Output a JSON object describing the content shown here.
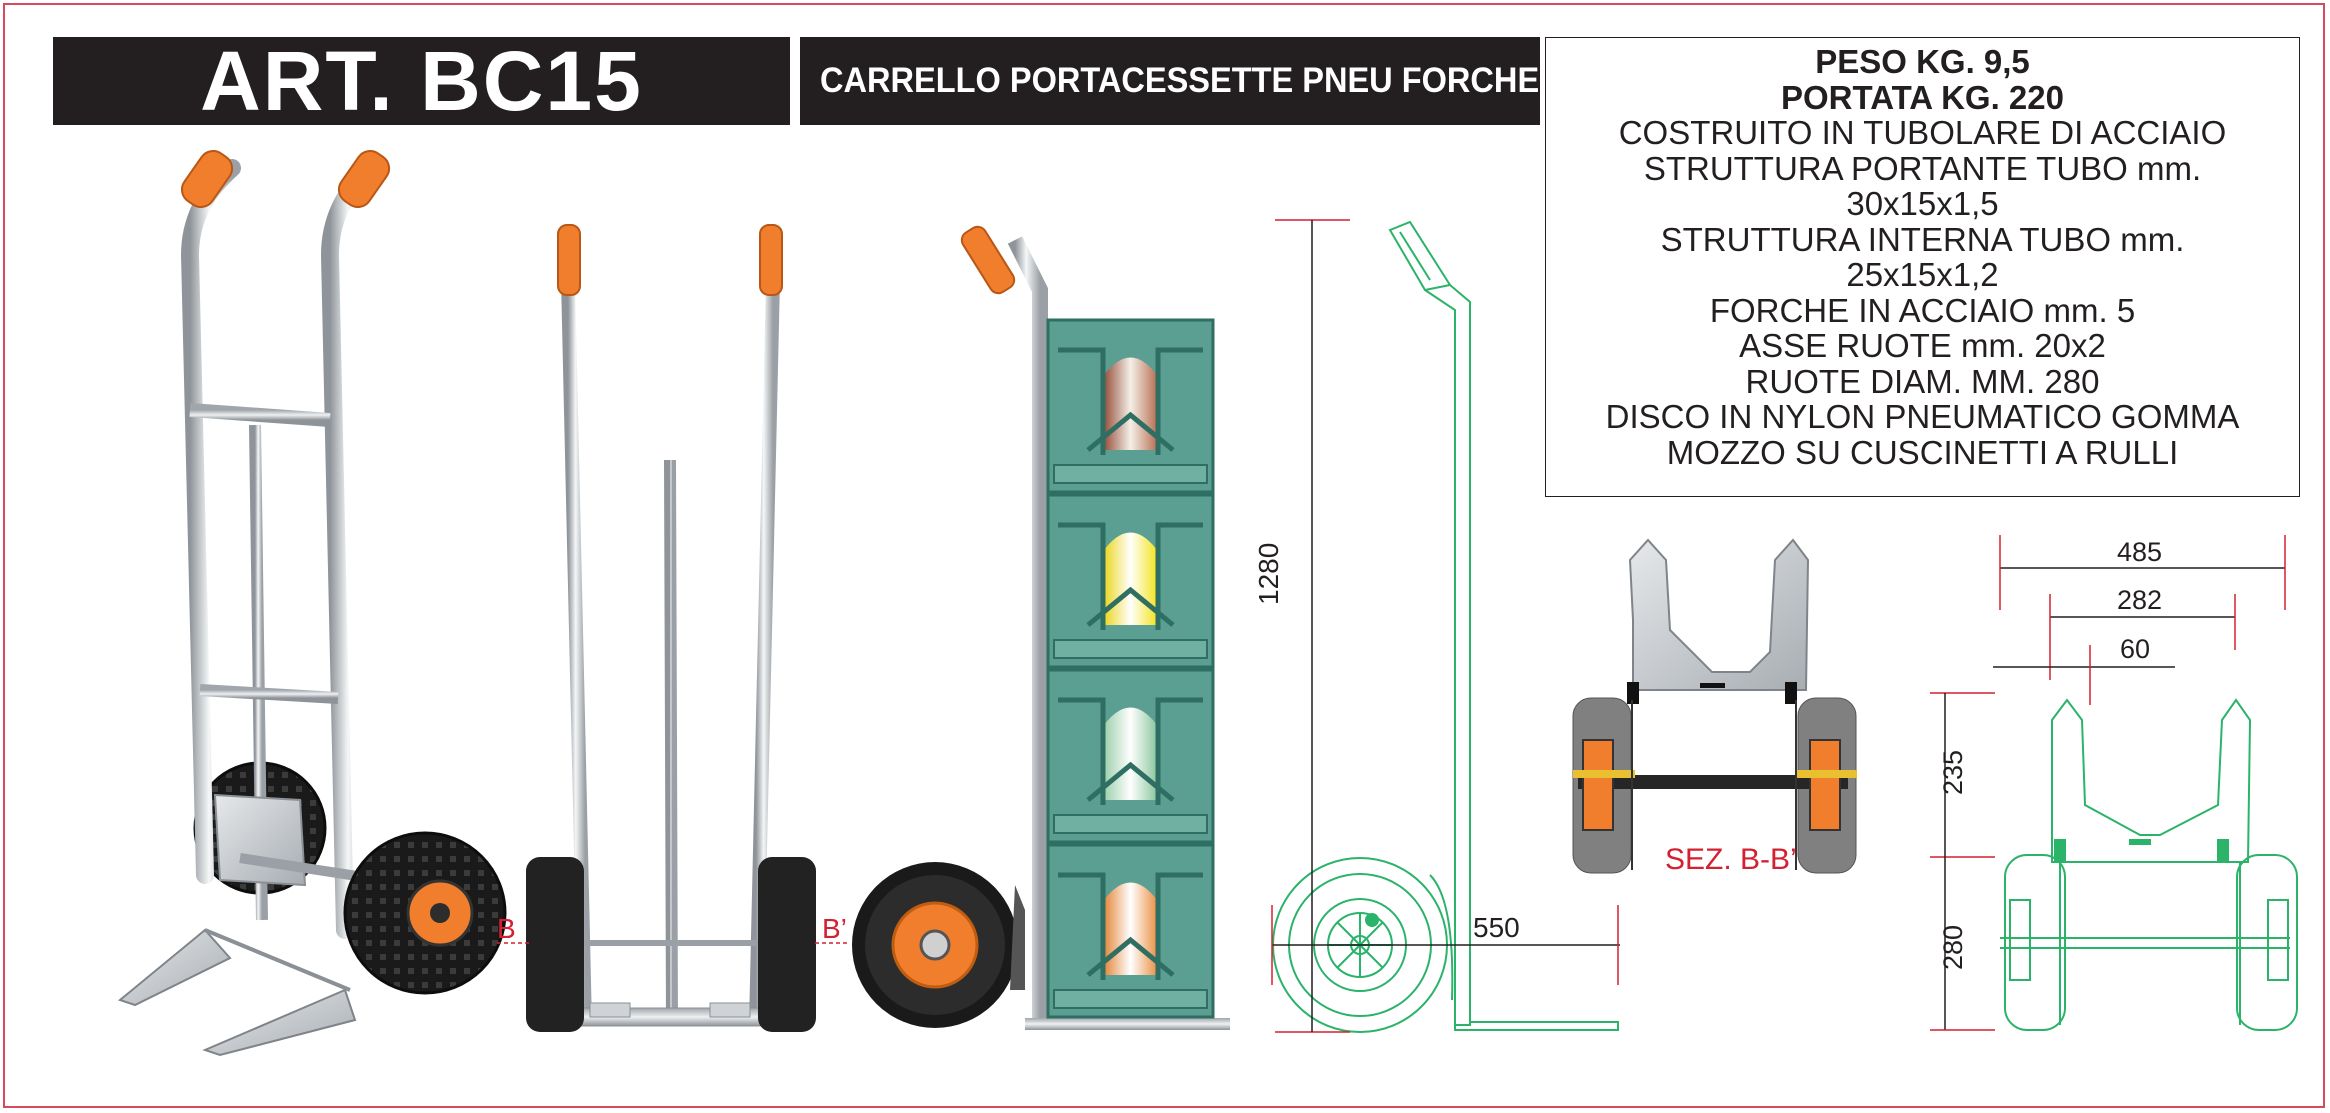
{
  "header": {
    "article_code": "ART. BC15",
    "product_name": "CARRELLO PORTACESSETTE  PNEU FORCHE"
  },
  "specs": {
    "weight": "PESO KG. 9,5",
    "capacity": "PORTATA KG. 220",
    "lines": [
      "COSTRUITO IN TUBOLARE DI ACCIAIO",
      "STRUTTURA PORTANTE TUBO mm.",
      "30x15x1,5",
      "STRUTTURA INTERNA TUBO mm.",
      "25x15x1,2",
      "FORCHE IN ACCIAIO mm. 5",
      "ASSE RUOTE mm. 20x2",
      "RUOTE DIAM. MM. 280",
      "DISCO IN NYLON  PNEUMATICO GOMMA",
      "MOZZO SU CUSCINETTI A RULLI"
    ]
  },
  "drawing": {
    "section_left_mark": "B",
    "section_right_mark": "B’",
    "section_caption": "SEZ. B-B’",
    "dim_height": "1280",
    "dim_depth": "550",
    "dim_width_total": "485",
    "dim_width_fork": "282",
    "dim_fork_gap": "60",
    "dim_fork_height": "235",
    "dim_wheel": "280"
  },
  "colors": {
    "header_bar": "#231f20",
    "border": "#d64a5a",
    "dimension_line": "#d42030",
    "technical_drawing": "#2bb36a",
    "handle_grip": "#f07e2c",
    "crate": "#4d9b8a"
  }
}
